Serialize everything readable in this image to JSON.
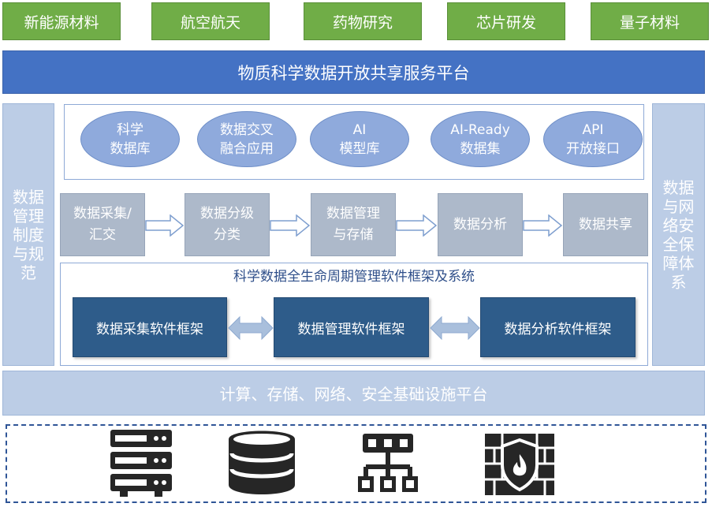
{
  "domains": [
    "新能源材料",
    "航空航天",
    "药物研究",
    "芯片研发",
    "量子材料"
  ],
  "platform_title": "物质科学数据开放共享服务平台",
  "left_pillar": [
    "数据",
    "管理",
    "制度",
    "与规",
    "范"
  ],
  "right_pillar": [
    "数据",
    "与网",
    "络安",
    "全保",
    "障体",
    "系"
  ],
  "resources": [
    [
      "科学",
      "数据库"
    ],
    [
      "数据交叉",
      "融合应用"
    ],
    [
      "AI",
      "模型库"
    ],
    [
      "AI-Ready",
      "数据集"
    ],
    [
      "API",
      "开放接口"
    ]
  ],
  "workflow": [
    [
      "数据采集/",
      "汇交"
    ],
    [
      "数据分级",
      "分类"
    ],
    [
      "数据管理",
      "与存储"
    ],
    [
      "数据分析"
    ],
    [
      "数据共享"
    ]
  ],
  "framework_title": "科学数据全生命周期管理软件框架及系统",
  "frameworks": [
    "数据采集软件框架",
    "数据管理软件框架",
    "数据分析软件框架"
  ],
  "infrastructure": "计算、存储、网络、安全基础设施平台",
  "infra_icons": [
    "server-rack-icon",
    "database-icon",
    "network-switch-icon",
    "firewall-icon"
  ],
  "colors": {
    "domain_green": "#70ad47",
    "banner_blue": "#4472c4",
    "pillar_light": "#bccde6",
    "pill_blue": "#8faadc",
    "step_gray": "#adb9ca",
    "framework_dark": "#2e5c8a",
    "icon_dark": "#262626"
  }
}
